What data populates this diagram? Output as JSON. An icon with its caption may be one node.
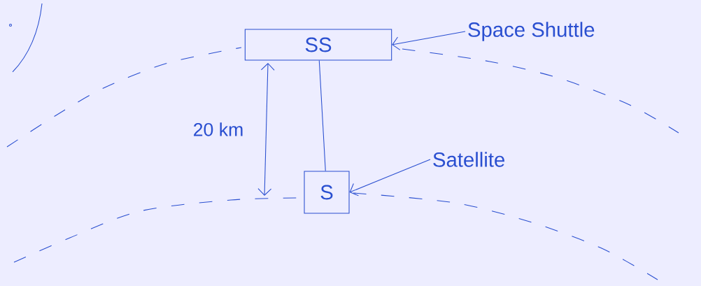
{
  "diagram": {
    "nodes": [
      {
        "text": [
          "SS"
        ]
      },
      {
        "text": [
          "S"
        ]
      },
      {
        "text": [
          "Space Shuttle"
        ]
      },
      {
        "text": [
          "Satellite"
        ]
      }
    ],
    "edges": [
      {
        "from": 0,
        "to": 1,
        "arrow": "none"
      },
      {
        "from": 2,
        "to": 0,
        "arrow": "to"
      },
      {
        "from": 3,
        "to": 1,
        "arrow": "to"
      }
    ],
    "labels": [
      "20 km"
    ]
  }
}
